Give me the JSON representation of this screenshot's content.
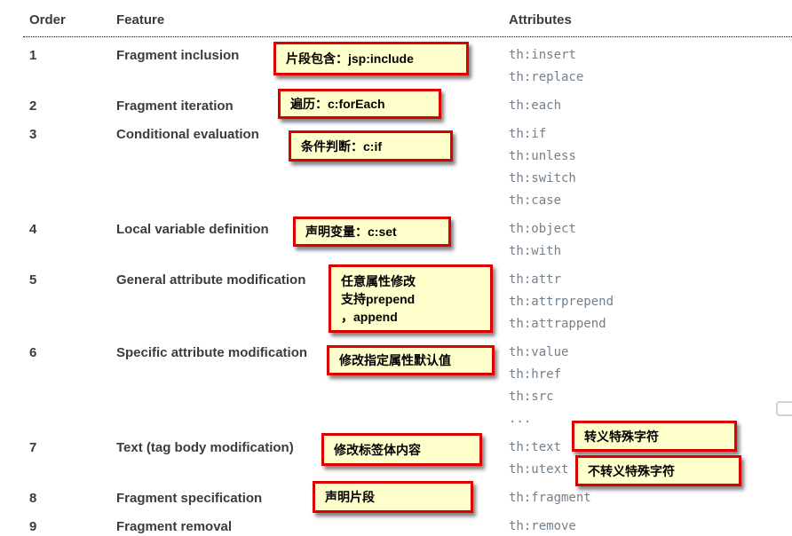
{
  "table": {
    "headers": {
      "order": "Order",
      "feature": "Feature",
      "attributes": "Attributes"
    },
    "rows": [
      {
        "order": "1",
        "feature": "Fragment inclusion",
        "attributes": [
          "th:insert",
          "th:replace"
        ]
      },
      {
        "order": "2",
        "feature": "Fragment iteration",
        "attributes": [
          "th:each"
        ]
      },
      {
        "order": "3",
        "feature": "Conditional evaluation",
        "attributes": [
          "th:if",
          "th:unless",
          "th:switch",
          "th:case"
        ]
      },
      {
        "order": "4",
        "feature": "Local variable definition",
        "attributes": [
          "th:object",
          "th:with"
        ]
      },
      {
        "order": "5",
        "feature": "General attribute modification",
        "attributes": [
          "th:attr",
          "th:attrprepend",
          "th:attrappend"
        ]
      },
      {
        "order": "6",
        "feature": "Specific attribute modification",
        "attributes": [
          "th:value",
          "th:href",
          "th:src",
          "..."
        ]
      },
      {
        "order": "7",
        "feature": "Text (tag body modification)",
        "attributes": [
          "th:text",
          "th:utext"
        ]
      },
      {
        "order": "8",
        "feature": "Fragment specification",
        "attributes": [
          "th:fragment"
        ]
      },
      {
        "order": "9",
        "feature": "Fragment removal",
        "attributes": [
          "th:remove"
        ]
      }
    ]
  },
  "annotations": [
    {
      "text": "片段包含：jsp:include"
    },
    {
      "text": "遍历：c:forEach"
    },
    {
      "text": "条件判断：c:if"
    },
    {
      "text": "声明变量：c:set"
    },
    {
      "text": "任意属性修改\n支持prepend\n，append"
    },
    {
      "text": "修改指定属性默认值"
    },
    {
      "text": "修改标签体内容"
    },
    {
      "text": "转义特殊字符"
    },
    {
      "text": "不转义特殊字符"
    },
    {
      "text": "声明片段"
    }
  ],
  "colors": {
    "callout_bg": "#ffffcc",
    "callout_border": "#dd0000",
    "attribute_text": "#72808b",
    "heading_text": "#3c3c3c"
  }
}
